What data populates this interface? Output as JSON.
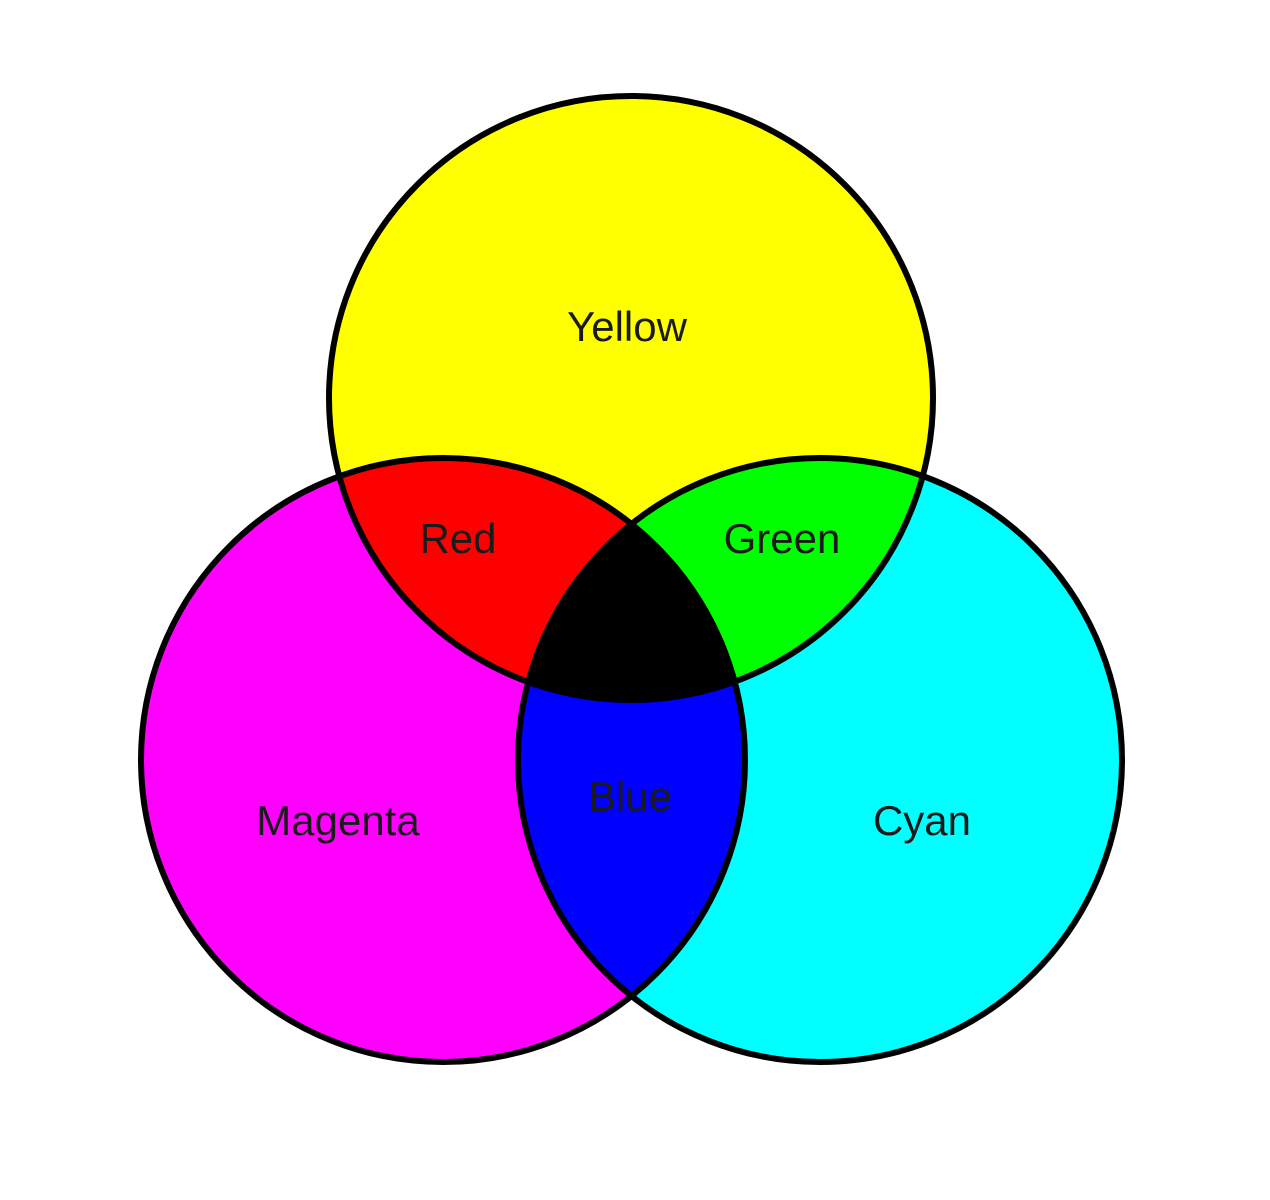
{
  "colors": {
    "yellow": "#ffff00",
    "magenta": "#ff00ff",
    "cyan": "#00ffff",
    "red": "#ff0000",
    "green": "#00ff00",
    "blue": "#0000ff",
    "black": "#000000",
    "outline": "#000000"
  },
  "labels": {
    "yellow": "Yellow",
    "magenta": "Magenta",
    "cyan": "Cyan",
    "red": "Red",
    "green": "Green",
    "blue": "Blue"
  }
}
